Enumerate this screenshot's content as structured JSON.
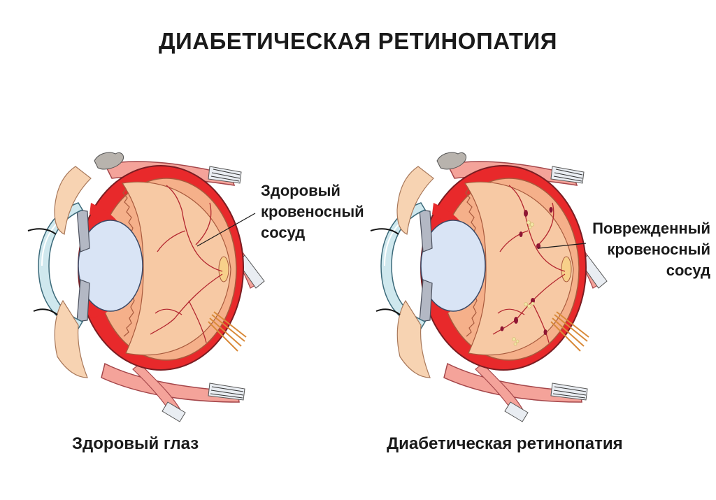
{
  "title": "ДИАБЕТИЧЕСКАЯ РЕТИНОПАТИЯ",
  "left_eye": {
    "vessel_label": "Здоровый\nкровеносный\nсосуд",
    "caption": "Здоровый глаз"
  },
  "right_eye": {
    "vessel_label": "Поврежденный\nкровеносный\nсосуд",
    "caption": "Диабетическая ретинопатия"
  },
  "colors": {
    "sclera": "#e8292b",
    "choroid_light": "#f5b08a",
    "vitreous": "#f7c9a4",
    "lens": "#d9e4f5",
    "cornea": "#cfe8ee",
    "muscle": "#f4a39a",
    "vessel": "#b3262f",
    "damaged_vessel": "#8e1533",
    "exudate": "#f3e6a6"
  }
}
